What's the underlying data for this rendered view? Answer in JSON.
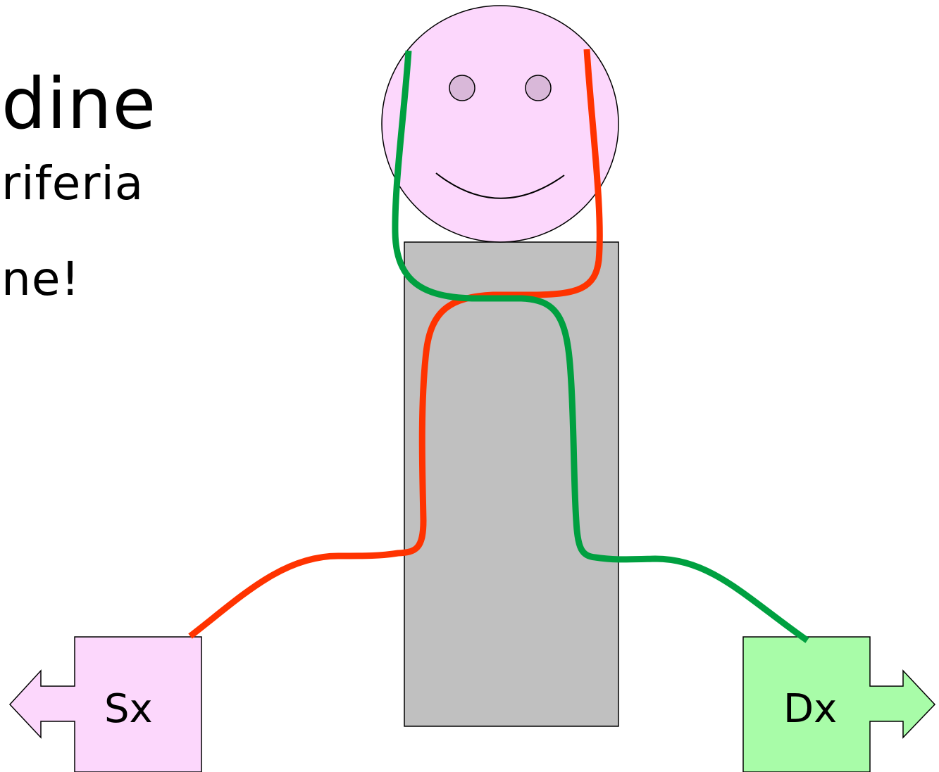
{
  "diagram": {
    "title_fragment": "dine",
    "subtitle_line_1": "riferia",
    "subtitle_line_2": "ne!",
    "left_box_label": "Sx",
    "right_box_label": "Dx"
  },
  "colors": {
    "head_fill": "#fcd7fc",
    "eye_fill": "#d9b8d9",
    "body_fill": "#c0c0c0",
    "left_box_fill": "#fcd7fc",
    "right_box_fill": "#a8fca8",
    "red_wire": "#ff3300",
    "green_wire": "#00a040",
    "outline": "#000000"
  }
}
